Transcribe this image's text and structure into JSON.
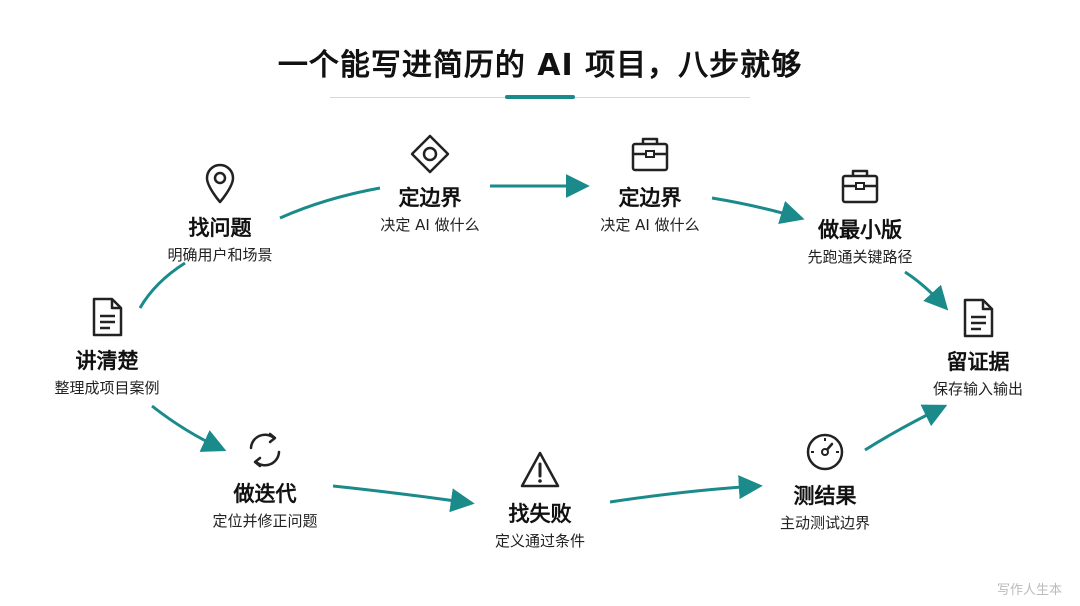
{
  "title": "一个能写进简历的 AI 项目，八步就够",
  "colors": {
    "accent": "#1a8a8a",
    "icon": "#222222",
    "text": "#111111"
  },
  "steps": [
    {
      "label": "找问题",
      "desc": "明确用户和场景",
      "icon": "location-pin-icon"
    },
    {
      "label": "定边界",
      "desc": "决定 AI 做什么",
      "icon": "diamond-target-icon"
    },
    {
      "label": "定边界",
      "desc": "决定 AI 做什么",
      "icon": "toolbox-icon"
    },
    {
      "label": "做最小版",
      "desc": "先跑通关键路径",
      "icon": "toolbox-icon"
    },
    {
      "label": "留证据",
      "desc": "保存输入输出",
      "icon": "document-icon"
    },
    {
      "label": "测结果",
      "desc": "主动测试边界",
      "icon": "gauge-icon"
    },
    {
      "label": "找失败",
      "desc": "定义通过条件",
      "icon": "warning-icon"
    },
    {
      "label": "做迭代",
      "desc": "定位并修正问题",
      "icon": "cycle-icon"
    },
    {
      "label": "讲清楚",
      "desc": "整理成项目案例",
      "icon": "document-icon"
    }
  ],
  "watermark": "写作人生本"
}
